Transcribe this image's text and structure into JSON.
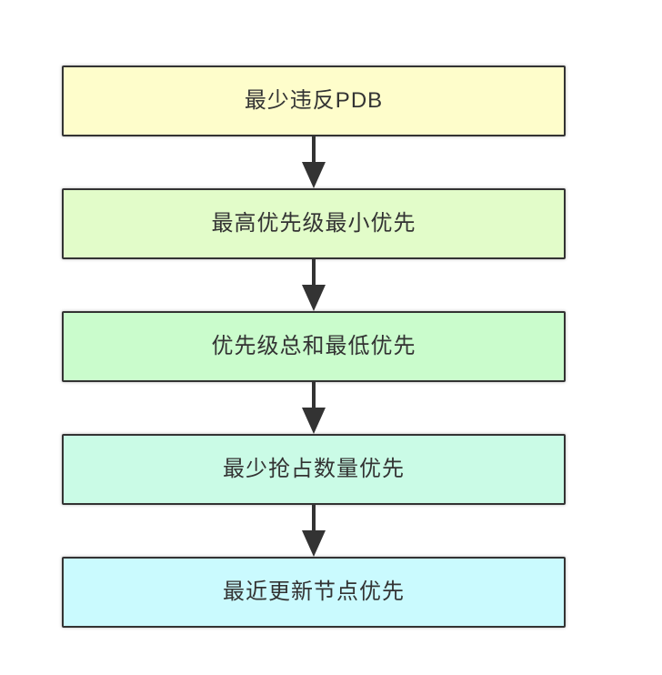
{
  "diagram": {
    "type": "flowchart",
    "orientation": "top-down",
    "background": "#FFFFFF",
    "border_color": "#333333",
    "text_color": "#333333",
    "arrow_color": "#333333",
    "nodes": [
      {
        "label": "最少违反PDB",
        "fill": "#FEFDCB"
      },
      {
        "label": "最高优先级最小优先",
        "fill": "#E2FCC9"
      },
      {
        "label": "优先级总和最低优先",
        "fill": "#CAFCCC"
      },
      {
        "label": "最少抢占数量优先",
        "fill": "#CAFBE6"
      },
      {
        "label": "最近更新节点优先",
        "fill": "#CAFAFE"
      }
    ],
    "connectors": [
      {
        "from": 0,
        "to": 1,
        "style": "arrow-down"
      },
      {
        "from": 1,
        "to": 2,
        "style": "arrow-down"
      },
      {
        "from": 2,
        "to": 3,
        "style": "arrow-down"
      },
      {
        "from": 3,
        "to": 4,
        "style": "arrow-down"
      }
    ]
  }
}
